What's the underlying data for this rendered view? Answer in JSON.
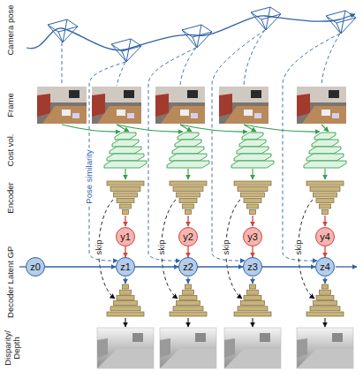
{
  "diagram": {
    "nodes": [
      {
        "text": [
          "y1"
        ]
      },
      {
        "text": [
          "y2"
        ]
      },
      {
        "text": [
          "y3"
        ]
      },
      {
        "text": [
          "y4"
        ]
      },
      {
        "text": [
          "z0"
        ]
      },
      {
        "text": [
          "z1"
        ]
      },
      {
        "text": [
          "z2"
        ]
      },
      {
        "text": [
          "z3"
        ]
      },
      {
        "text": [
          "z4"
        ]
      }
    ],
    "edges": [
      {
        "from": 0,
        "to": 5,
        "arrow": "to"
      },
      {
        "from": 1,
        "to": 6,
        "arrow": "to"
      },
      {
        "from": 2,
        "to": 7,
        "arrow": "to"
      },
      {
        "from": 3,
        "to": 8,
        "arrow": "to"
      },
      {
        "from": 4,
        "to": 5,
        "arrow": "to"
      },
      {
        "from": 5,
        "to": 6,
        "arrow": "to"
      },
      {
        "from": 6,
        "to": 7,
        "arrow": "to"
      },
      {
        "from": 7,
        "to": 8,
        "arrow": "to"
      }
    ],
    "labels": [
      "Camera pose",
      "Frame",
      "Cost vol.",
      "Encoder",
      "Pose similarity",
      "skip",
      "skip",
      "skip",
      "skip",
      "Latent GP",
      "Decoder",
      "Disparity/ Depth"
    ]
  }
}
